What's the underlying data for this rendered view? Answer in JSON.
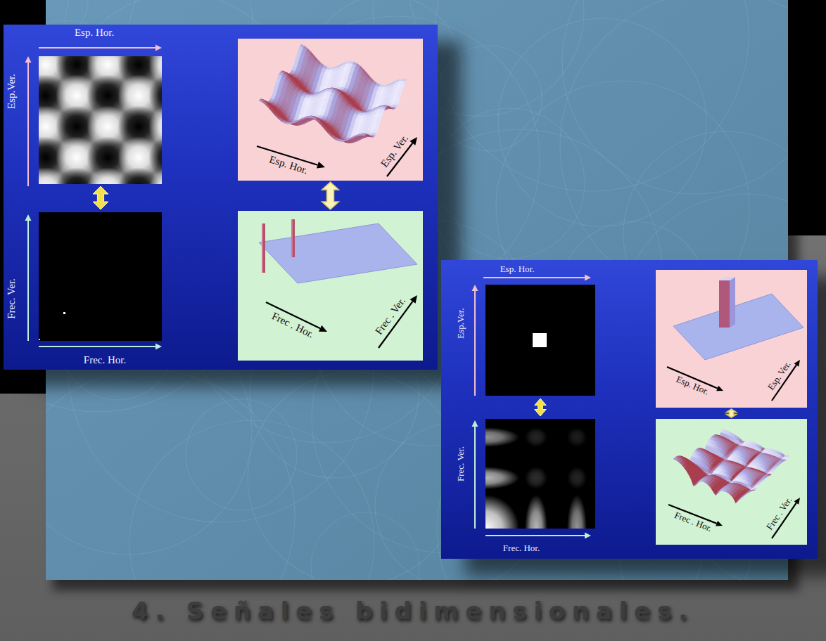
{
  "diagram": {
    "title": "4. Señales bidimensionales.",
    "nodes": [
      {
        "text": [
          "Esp. Hor.",
          "Esp.Ver.",
          "Frec. Ver.",
          "Frec. Hor."
        ]
      },
      {
        "text": [
          "Esp. Hor.",
          "Esp. Ver."
        ],
        "in": 0
      },
      {
        "text": [
          "Frec . Hor.",
          "Frec . Ver."
        ],
        "in": 0
      },
      {
        "text": [
          "Esp. Hor.",
          "Esp.Ver.",
          "Frec. Ver.",
          "Frec. Hor."
        ]
      },
      {
        "text": [
          "Esp. Hor.",
          "Esp. Ver."
        ],
        "in": 3
      },
      {
        "text": [
          "Frec . Hor.",
          "Frec . Ver."
        ],
        "in": 3
      }
    ],
    "edges": [
      {
        "from": 1,
        "to": 2,
        "arrow": "both"
      },
      {
        "from": 4,
        "to": 5,
        "arrow": "both"
      }
    ]
  }
}
